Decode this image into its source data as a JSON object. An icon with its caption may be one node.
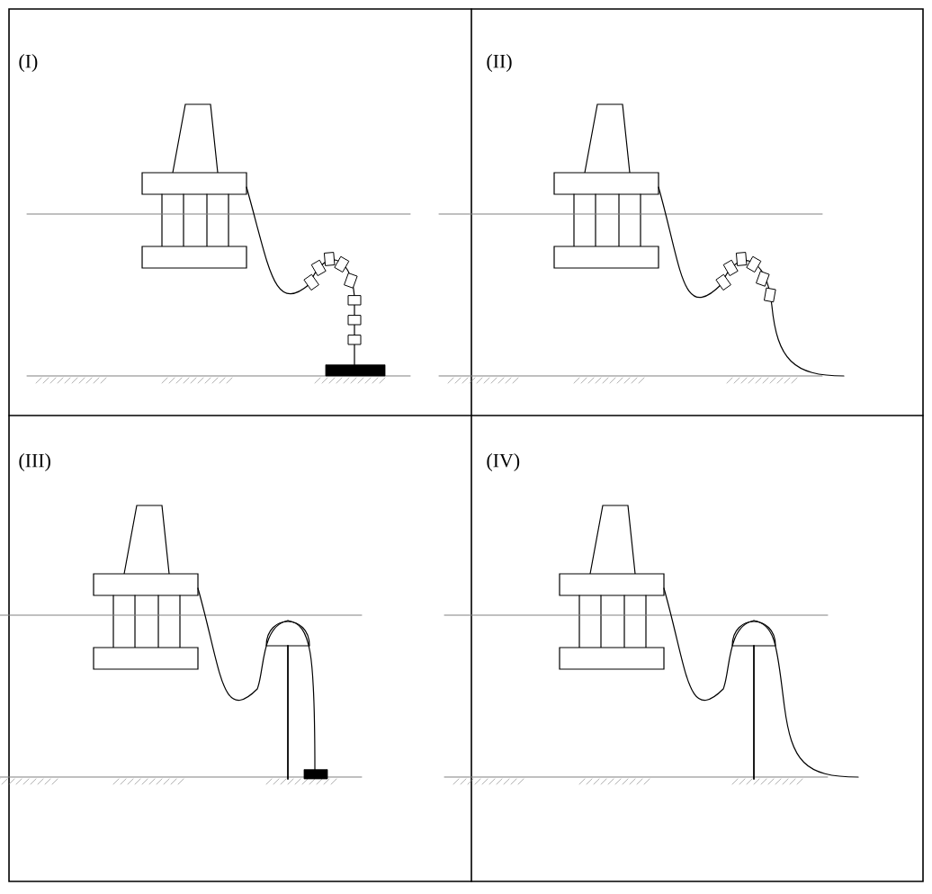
{
  "diagram": {
    "labels": [
      "(I)",
      "(II)",
      "(III)",
      "(IV)"
    ]
  }
}
